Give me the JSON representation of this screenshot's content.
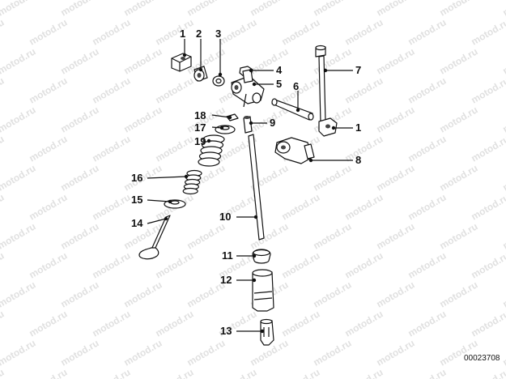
{
  "watermark": "motod.ru",
  "catalog_number": "00023708",
  "callouts": [
    {
      "id": "c1a",
      "number": "1"
    },
    {
      "id": "c2",
      "number": "2"
    },
    {
      "id": "c3",
      "number": "3"
    },
    {
      "id": "c4",
      "number": "4"
    },
    {
      "id": "c5",
      "number": "5"
    },
    {
      "id": "c6",
      "number": "6"
    },
    {
      "id": "c7",
      "number": "7"
    },
    {
      "id": "c1b",
      "number": "1"
    },
    {
      "id": "c8",
      "number": "8"
    },
    {
      "id": "c9",
      "number": "9"
    },
    {
      "id": "c18",
      "number": "18"
    },
    {
      "id": "c17",
      "number": "17"
    },
    {
      "id": "c19",
      "number": "19"
    },
    {
      "id": "c16",
      "number": "16"
    },
    {
      "id": "c15",
      "number": "15"
    },
    {
      "id": "c14",
      "number": "14"
    },
    {
      "id": "c10",
      "number": "10"
    },
    {
      "id": "c11",
      "number": "11"
    },
    {
      "id": "c12",
      "number": "12"
    },
    {
      "id": "c13",
      "number": "13"
    }
  ]
}
